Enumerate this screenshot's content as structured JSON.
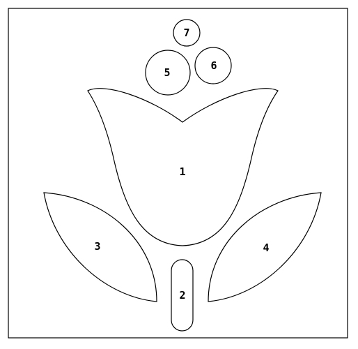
{
  "pieces": [
    {
      "id": "tulip-cup",
      "label": "1"
    },
    {
      "id": "stem",
      "label": "2"
    },
    {
      "id": "left-leaf",
      "label": "3"
    },
    {
      "id": "right-leaf",
      "label": "4"
    },
    {
      "id": "circle-large",
      "label": "5"
    },
    {
      "id": "circle-right",
      "label": "6"
    },
    {
      "id": "circle-top",
      "label": "7"
    }
  ]
}
